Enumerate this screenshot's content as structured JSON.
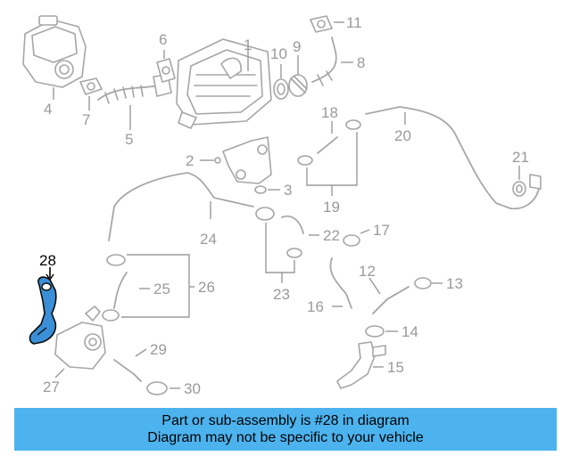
{
  "callouts": {
    "n1": "1",
    "n2": "2",
    "n3": "3",
    "n4": "4",
    "n5": "5",
    "n6": "6",
    "n7": "7",
    "n8": "8",
    "n9": "9",
    "n10": "10",
    "n11": "11",
    "n12": "12",
    "n13": "13",
    "n14": "14",
    "n15": "15",
    "n16": "16",
    "n17": "17",
    "n18": "18",
    "n19": "19",
    "n20": "20",
    "n21": "21",
    "n22": "22",
    "n23": "23",
    "n24": "24",
    "n25": "25",
    "n26": "26",
    "n27": "27",
    "n28": "28",
    "n29": "29",
    "n30": "30"
  },
  "highlight": {
    "part": "28",
    "color": "#3a8fd6"
  },
  "banner": {
    "line1": "Part or sub-assembly is #28 in diagram",
    "line2": "Diagram may not be specific to your vehicle",
    "color": "#4cb3ee"
  }
}
